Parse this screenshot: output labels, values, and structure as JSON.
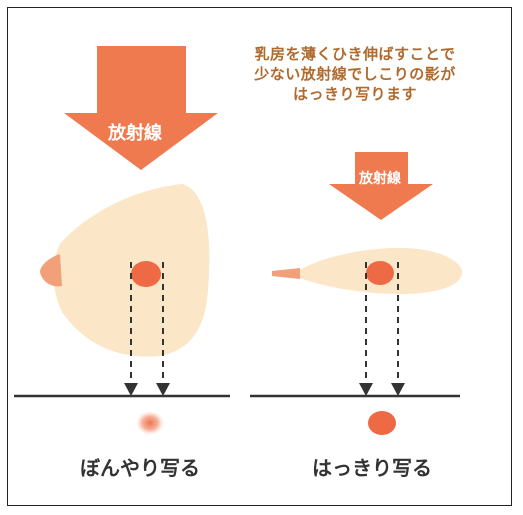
{
  "caption": {
    "line1": "乳房を薄くひき伸ばすことで",
    "line2": "少ない放射線でしこりの影が",
    "line3": "はっきり写ります"
  },
  "arrows": {
    "big_label": "放射線",
    "small_label": "放射線"
  },
  "results": {
    "left_label": "ぼんやり写る",
    "right_label": "はっきり写る"
  },
  "colors": {
    "arrow": "#f07a50",
    "breast": "#fbe6c8",
    "nipple": "#f2a07a",
    "lump": "#ee6a44",
    "caption": "#b06a2d",
    "line": "#333333"
  }
}
